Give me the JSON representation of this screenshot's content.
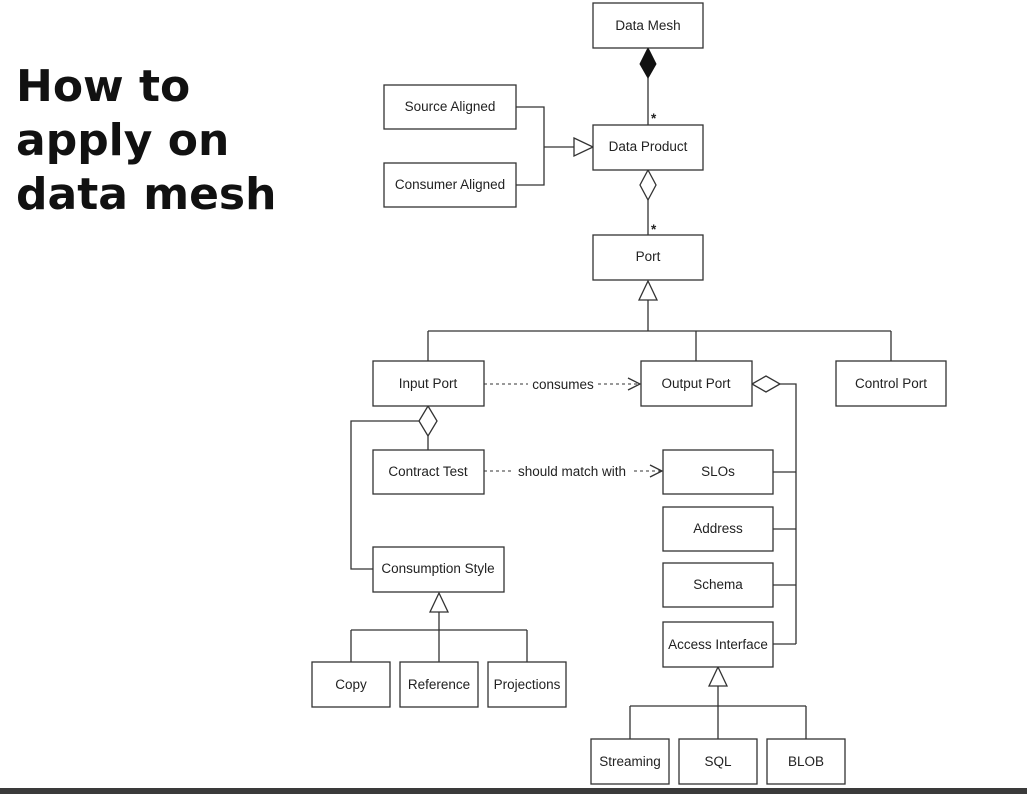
{
  "slide": {
    "title_lines": [
      "How to",
      "apply on",
      "data mesh"
    ]
  },
  "diagram": {
    "nodes": {
      "data_mesh": "Data Mesh",
      "source_aligned": "Source Aligned",
      "consumer_aligned": "Consumer Aligned",
      "data_product": "Data Product",
      "port": "Port",
      "input_port": "Input Port",
      "output_port": "Output Port",
      "control_port": "Control Port",
      "contract_test": "Contract Test",
      "slos": "SLOs",
      "address": "Address",
      "schema": "Schema",
      "access_interface": "Access Interface",
      "consumption_style": "Consumption Style",
      "copy": "Copy",
      "reference": "Reference",
      "projections": "Projections",
      "streaming": "Streaming",
      "sql": "SQL",
      "blob": "BLOB"
    },
    "edge_labels": {
      "consumes": "consumes",
      "should_match_with": "should match with",
      "multiplicity_mesh_product": "*",
      "multiplicity_product_port": "*"
    }
  },
  "colors": {
    "stroke": "#333333",
    "text": "#222222",
    "title": "#111111"
  }
}
